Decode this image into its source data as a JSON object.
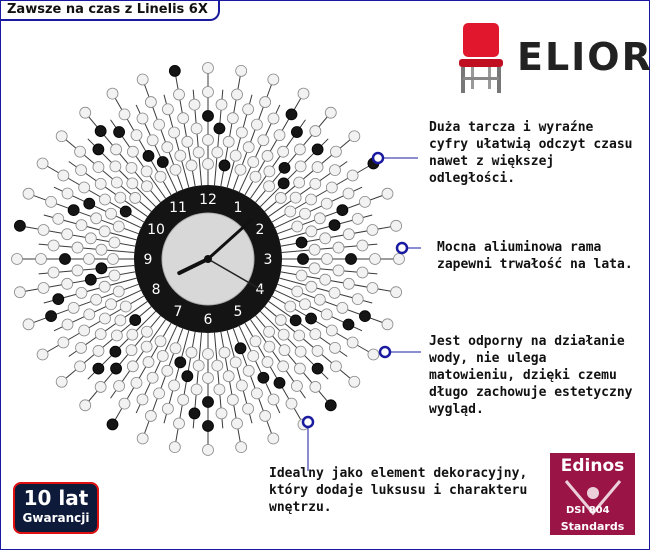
{
  "header": {
    "title": "Zawsze na czas z Linelis 6X"
  },
  "brand": {
    "name": "ELIOR",
    "icon": "red-chair-icon",
    "color": "#e0172d"
  },
  "clock": {
    "numerals": [
      "12",
      "1",
      "2",
      "3",
      "4",
      "5",
      "6",
      "7",
      "8",
      "9",
      "10",
      "11"
    ],
    "time": {
      "hour": 8,
      "minute": 8,
      "second": 20
    }
  },
  "callouts": [
    {
      "text": "Duża tarcza i wyraźne cyfry ułatwią odczyt czasu nawet z większej odległości."
    },
    {
      "text": "Mocna aliuminowa rama zapewni trwałość na lata."
    },
    {
      "text": "Jest odporny na działanie wody, nie ulega matowieniu, dzięki czemu długo zachowuje estetyczny wygląd."
    },
    {
      "text": "Idealny jako element dekoracyjny, który dodaje luksusu i charakteru wnętrzu."
    }
  ],
  "warranty": {
    "line1": "10 lat",
    "line2": "Gwarancji"
  },
  "certification": {
    "name": "Edinos",
    "code": "DSI 804",
    "label": "Standards",
    "color": "#9a1446"
  }
}
